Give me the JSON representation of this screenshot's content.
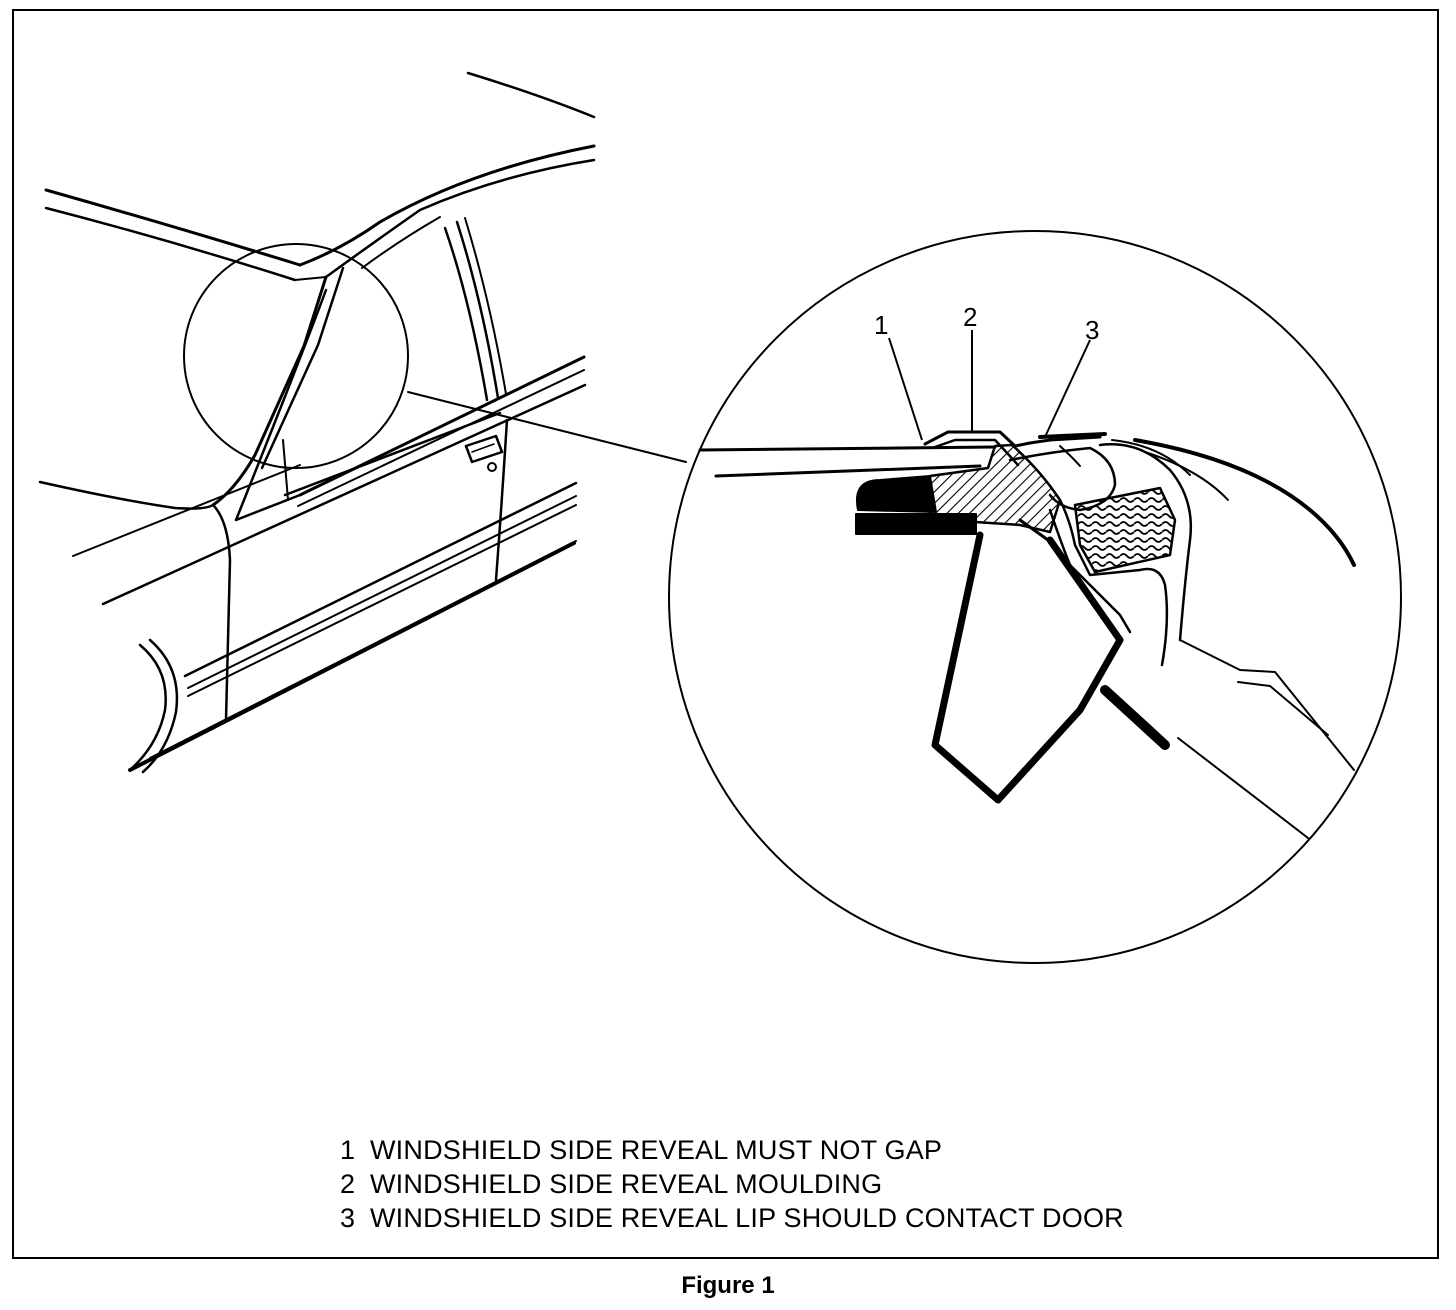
{
  "callouts": [
    {
      "number": "1"
    },
    {
      "number": "2"
    },
    {
      "number": "3"
    }
  ],
  "legend": [
    {
      "number": "1",
      "text": "WINDSHIELD SIDE REVEAL MUST NOT GAP"
    },
    {
      "number": "2",
      "text": "WINDSHIELD SIDE REVEAL MOULDING"
    },
    {
      "number": "3",
      "text": "WINDSHIELD SIDE REVEAL LIP SHOULD CONTACT DOOR"
    }
  ],
  "caption": "Figure 1"
}
